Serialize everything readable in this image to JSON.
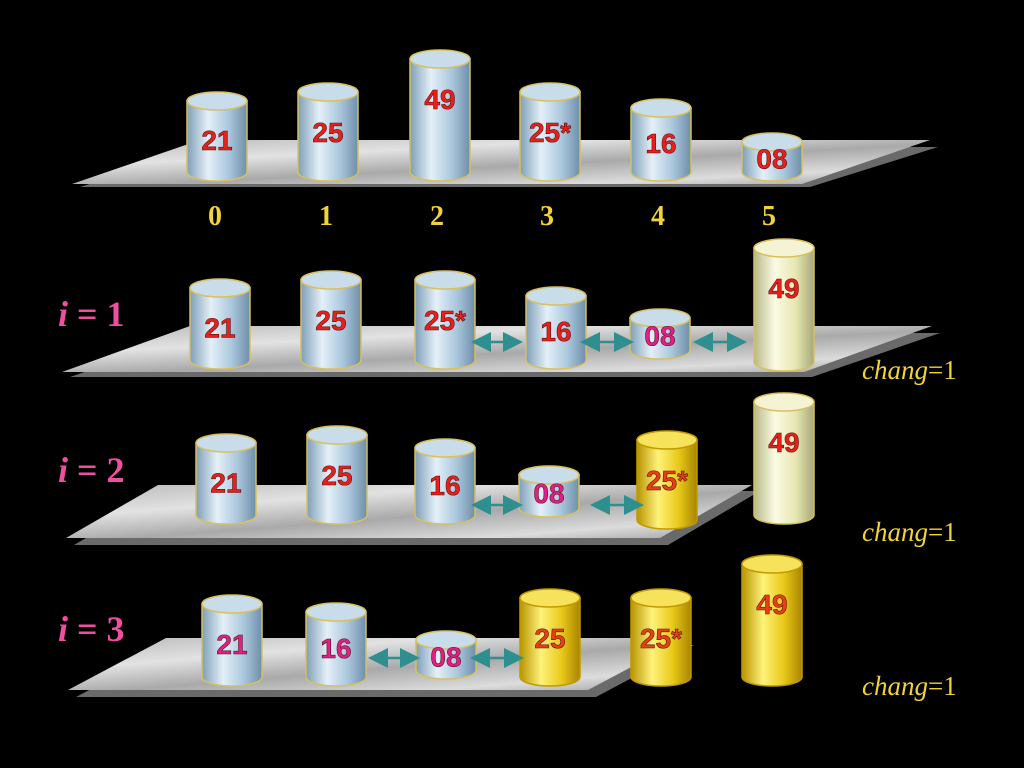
{
  "indices": [
    "0",
    "1",
    "2",
    "3",
    "4",
    "5"
  ],
  "colors": {
    "background": "#000000",
    "blue_body": "#a9c6dc",
    "gold_body": "#e8c818",
    "pale_body": "#e6e6b2",
    "value_red": "#e8201c",
    "value_magenta": "#e0208a",
    "value_gold_text": "#e84010",
    "arrow": "#2f8f8f",
    "label_yellow": "#f2d23a",
    "label_pink": "#ee4fa0"
  },
  "rows": [
    {
      "id": "initial",
      "label": {
        "var": "",
        "op": "",
        "num": ""
      },
      "chang": {
        "var": "",
        "eq": ""
      },
      "items": [
        {
          "value": "21",
          "style": "blue",
          "text": "red"
        },
        {
          "value": "25",
          "style": "blue",
          "text": "red"
        },
        {
          "value": "49",
          "style": "blue",
          "text": "red"
        },
        {
          "value": "25*",
          "style": "blue",
          "text": "red"
        },
        {
          "value": "16",
          "style": "blue",
          "text": "red"
        },
        {
          "value": "08",
          "style": "blue",
          "text": "red"
        }
      ]
    },
    {
      "id": "pass-1",
      "label": {
        "var": "i",
        "op": " = ",
        "num": "1"
      },
      "chang": {
        "var": "chang",
        "eq": "=1"
      },
      "items": [
        {
          "value": "21",
          "style": "blue",
          "text": "red"
        },
        {
          "value": "25",
          "style": "blue",
          "text": "red"
        },
        {
          "value": "25*",
          "style": "blue",
          "text": "red"
        },
        {
          "value": "16",
          "style": "blue",
          "text": "red"
        },
        {
          "value": "08",
          "style": "blue",
          "text": "magenta"
        },
        {
          "value": "49",
          "style": "pale",
          "text": "red"
        }
      ]
    },
    {
      "id": "pass-2",
      "label": {
        "var": "i",
        "op": " = ",
        "num": "2"
      },
      "chang": {
        "var": "chang",
        "eq": "=1"
      },
      "items": [
        {
          "value": "21",
          "style": "blue",
          "text": "red"
        },
        {
          "value": "25",
          "style": "blue",
          "text": "red"
        },
        {
          "value": "16",
          "style": "blue",
          "text": "red"
        },
        {
          "value": "08",
          "style": "blue",
          "text": "magenta"
        },
        {
          "value": "25*",
          "style": "gold",
          "text": "gold"
        },
        {
          "value": "49",
          "style": "pale",
          "text": "red"
        }
      ]
    },
    {
      "id": "pass-3",
      "label": {
        "var": "i",
        "op": " = ",
        "num": "3"
      },
      "chang": {
        "var": "chang",
        "eq": "=1"
      },
      "items": [
        {
          "value": "21",
          "style": "blue",
          "text": "magenta"
        },
        {
          "value": "16",
          "style": "blue",
          "text": "magenta"
        },
        {
          "value": "08",
          "style": "blue",
          "text": "magenta"
        },
        {
          "value": "25",
          "style": "gold",
          "text": "gold"
        },
        {
          "value": "25*",
          "style": "gold",
          "text": "gold"
        },
        {
          "value": "49",
          "style": "gold",
          "text": "gold"
        }
      ]
    }
  ]
}
